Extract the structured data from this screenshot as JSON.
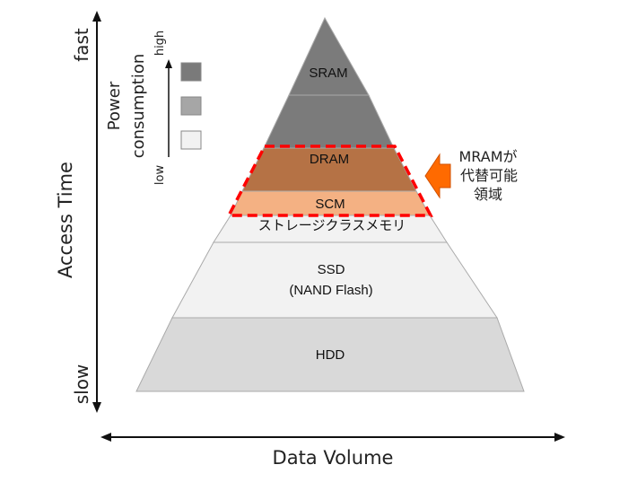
{
  "axes": {
    "vertical_title": "Access Time",
    "vertical_top": "fast",
    "vertical_bottom": "slow",
    "horizontal_title": "Data Volume"
  },
  "legend": {
    "title_line1": "Power",
    "title_line2": "consumption",
    "high": "high",
    "low": "low",
    "swatches": [
      "#7a7a7a",
      "#a6a6a6",
      "#f2f2f2"
    ]
  },
  "pyramid": {
    "layers": [
      {
        "id": "sram",
        "label": "SRAM",
        "color": "#7b7b7b"
      },
      {
        "id": "sram-lower",
        "label": "",
        "color": "#7b7b7b"
      },
      {
        "id": "dram",
        "label": "DRAM",
        "color": "#b57245"
      },
      {
        "id": "scm",
        "label": "SCM",
        "color": "#f4b183"
      },
      {
        "id": "storage-class",
        "label": "ストレージクラスメモリ",
        "color": "#f2f2f2"
      },
      {
        "id": "ssd",
        "label_line1": "SSD",
        "label_line2": "(NAND Flash)",
        "color": "#f2f2f2"
      },
      {
        "id": "hdd",
        "label": "HDD",
        "color": "#d9d9d9"
      }
    ],
    "highlight_color": "#ff0000"
  },
  "callout": {
    "line1": "MRAMが",
    "line2": "代替可能",
    "line3": "領域",
    "arrow_color": "#ff6a00"
  }
}
